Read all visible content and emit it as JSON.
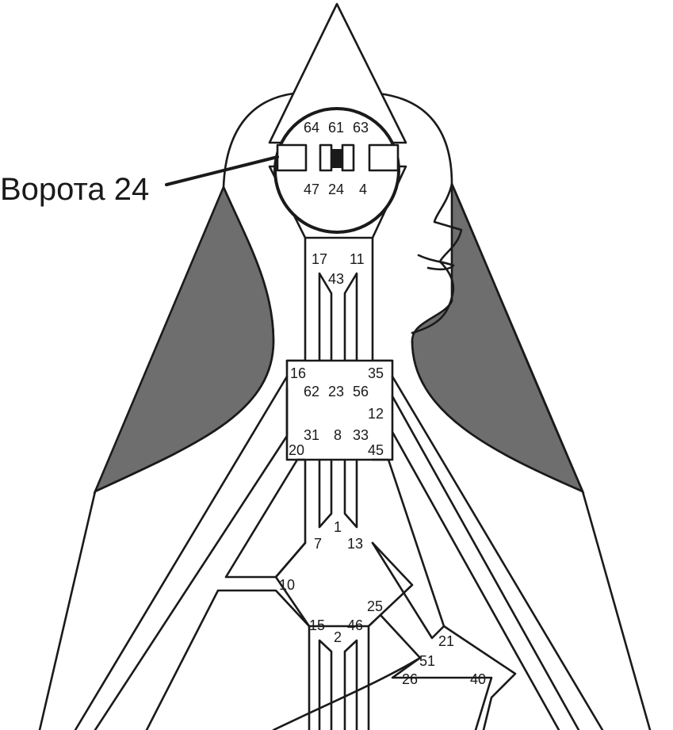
{
  "callout": {
    "label": "Ворота 24"
  },
  "colors": {
    "line": "#1a1a1a",
    "shade": "#6e6e6e",
    "background": "#ffffff",
    "gate_fill": "#1a1a1a"
  },
  "highlighted_gate": "24",
  "gates": {
    "g64": "64",
    "g61": "61",
    "g63": "63",
    "g47": "47",
    "g24": "24",
    "g4": "4",
    "g17": "17",
    "g11": "11",
    "g43": "43",
    "g16": "16",
    "g35": "35",
    "g62": "62",
    "g23": "23",
    "g56": "56",
    "g12": "12",
    "g31": "31",
    "g8": "8",
    "g33": "33",
    "g20": "20",
    "g45": "45",
    "g1": "1",
    "g7": "7",
    "g13": "13",
    "g10": "10",
    "g25": "25",
    "g15": "15",
    "g2": "2",
    "g46": "46",
    "g21": "21",
    "g51": "51",
    "g26": "26",
    "g40": "40"
  }
}
